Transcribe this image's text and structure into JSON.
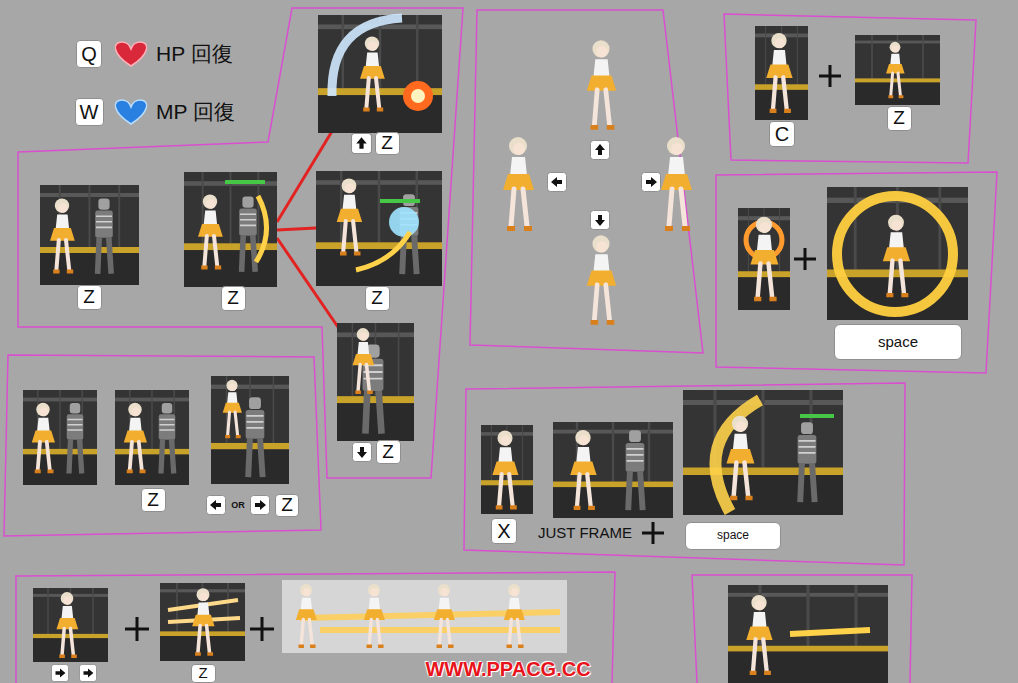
{
  "diagram": {
    "nodes": [
      {
        "text": [
          "Q"
        ]
      },
      {
        "text": [
          "W"
        ]
      },
      {
        "text": [
          "Z"
        ]
      },
      {
        "text": [
          "Z"
        ]
      },
      {
        "text": [
          "Z"
        ]
      },
      {
        "text": [
          "Z"
        ]
      },
      {
        "text": [
          "Z"
        ]
      },
      {
        "text": [
          "Z"
        ]
      },
      {
        "text": [
          "Z"
        ]
      },
      {
        "text": [
          "C"
        ]
      },
      {
        "text": [
          "Z"
        ]
      },
      {
        "text": [
          "space"
        ]
      },
      {
        "text": [
          "X"
        ]
      },
      {
        "text": [
          "space"
        ]
      },
      {
        "text": [
          "Z"
        ]
      }
    ],
    "labels": [
      "HP 回復",
      "MP 回復",
      "OR",
      "JUST FRAME",
      "WWW.PPACG.CC"
    ]
  }
}
